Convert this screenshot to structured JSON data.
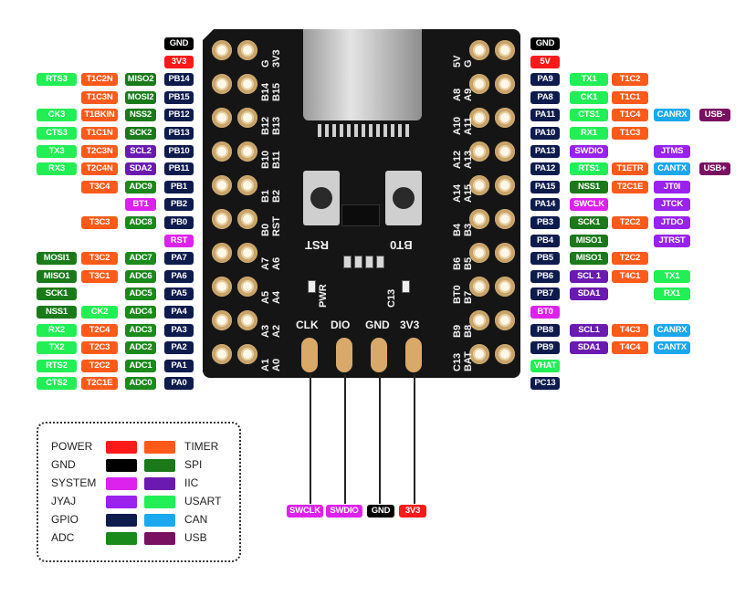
{
  "colors": {
    "POWER": "#ff1a1a",
    "GND": "#000000",
    "SYSTEM": "#dd22ee",
    "JYAJ": "#9922ee",
    "GPIO": "#0d1b4d",
    "ADC": "#1a8a1a",
    "TIMER": "#ff5a1a",
    "SPI": "#1a7a1a",
    "IIC": "#6a1ab0",
    "USART": "#22ee55",
    "CAN": "#1aa8ee",
    "USB": "#7a1060"
  },
  "left_rows": [
    {
      "pin": "GND",
      "pin_type": "GND",
      "funcs": [
        null,
        null,
        null
      ]
    },
    {
      "pin": "3V3",
      "pin_type": "POWER",
      "funcs": [
        null,
        null,
        null
      ]
    },
    {
      "pin": "PB14",
      "pin_type": "GPIO",
      "funcs": [
        {
          "t": "RTS3",
          "c": "USART"
        },
        {
          "t": "T1C2N",
          "c": "TIMER"
        },
        {
          "t": "MISO2",
          "c": "SPI"
        }
      ]
    },
    {
      "pin": "PB15",
      "pin_type": "GPIO",
      "funcs": [
        null,
        {
          "t": "T1C3N",
          "c": "TIMER"
        },
        {
          "t": "MOSI2",
          "c": "SPI"
        }
      ]
    },
    {
      "pin": "PB12",
      "pin_type": "GPIO",
      "funcs": [
        {
          "t": "CK3",
          "c": "USART"
        },
        {
          "t": "T1BKIN",
          "c": "TIMER"
        },
        {
          "t": "NSS2",
          "c": "SPI"
        }
      ]
    },
    {
      "pin": "PB13",
      "pin_type": "GPIO",
      "funcs": [
        {
          "t": "CTS3",
          "c": "USART"
        },
        {
          "t": "T1C1N",
          "c": "TIMER"
        },
        {
          "t": "SCK2",
          "c": "SPI"
        }
      ]
    },
    {
      "pin": "PB10",
      "pin_type": "GPIO",
      "funcs": [
        {
          "t": "TX3",
          "c": "USART"
        },
        {
          "t": "T2C3N",
          "c": "TIMER"
        },
        {
          "t": "SCL2",
          "c": "IIC"
        }
      ]
    },
    {
      "pin": "PB11",
      "pin_type": "GPIO",
      "funcs": [
        {
          "t": "RX3",
          "c": "USART"
        },
        {
          "t": "T2C4N",
          "c": "TIMER"
        },
        {
          "t": "SDA2",
          "c": "IIC"
        }
      ]
    },
    {
      "pin": "PB1",
      "pin_type": "GPIO",
      "funcs": [
        null,
        {
          "t": "T3C4",
          "c": "TIMER"
        },
        {
          "t": "ADC9",
          "c": "ADC"
        }
      ]
    },
    {
      "pin": "PB2",
      "pin_type": "GPIO",
      "funcs": [
        null,
        null,
        {
          "t": "BT1",
          "c": "SYSTEM"
        }
      ]
    },
    {
      "pin": "PB0",
      "pin_type": "GPIO",
      "funcs": [
        null,
        {
          "t": "T3C3",
          "c": "TIMER"
        },
        {
          "t": "ADC8",
          "c": "ADC"
        }
      ]
    },
    {
      "pin": "RST",
      "pin_type": "SYSTEM",
      "funcs": [
        null,
        null,
        null
      ]
    },
    {
      "pin": "PA7",
      "pin_type": "GPIO",
      "funcs": [
        {
          "t": "MOSI1",
          "c": "SPI"
        },
        {
          "t": "T3C2",
          "c": "TIMER"
        },
        {
          "t": "ADC7",
          "c": "ADC"
        }
      ]
    },
    {
      "pin": "PA6",
      "pin_type": "GPIO",
      "funcs": [
        {
          "t": "MISO1",
          "c": "SPI"
        },
        {
          "t": "T3C1",
          "c": "TIMER"
        },
        {
          "t": "ADC6",
          "c": "ADC"
        }
      ]
    },
    {
      "pin": "PA5",
      "pin_type": "GPIO",
      "funcs": [
        {
          "t": "SCK1",
          "c": "SPI"
        },
        null,
        {
          "t": "ADC5",
          "c": "ADC"
        }
      ]
    },
    {
      "pin": "PA4",
      "pin_type": "GPIO",
      "funcs": [
        {
          "t": "NSS1",
          "c": "SPI"
        },
        {
          "t": "CK2",
          "c": "USART"
        },
        {
          "t": "ADC4",
          "c": "ADC"
        }
      ]
    },
    {
      "pin": "PA3",
      "pin_type": "GPIO",
      "funcs": [
        {
          "t": "RX2",
          "c": "USART"
        },
        {
          "t": "T2C4",
          "c": "TIMER"
        },
        {
          "t": "ADC3",
          "c": "ADC"
        }
      ]
    },
    {
      "pin": "PA2",
      "pin_type": "GPIO",
      "funcs": [
        {
          "t": "TX2",
          "c": "USART"
        },
        {
          "t": "T2C3",
          "c": "TIMER"
        },
        {
          "t": "ADC2",
          "c": "ADC"
        }
      ]
    },
    {
      "pin": "PA1",
      "pin_type": "GPIO",
      "funcs": [
        {
          "t": "RTS2",
          "c": "USART"
        },
        {
          "t": "T2C2",
          "c": "TIMER"
        },
        {
          "t": "ADC1",
          "c": "ADC"
        }
      ]
    },
    {
      "pin": "PA0",
      "pin_type": "GPIO",
      "funcs": [
        {
          "t": "CTS2",
          "c": "USART"
        },
        {
          "t": "T2C1E",
          "c": "TIMER"
        },
        {
          "t": "ADC0",
          "c": "ADC"
        }
      ]
    }
  ],
  "right_rows": [
    {
      "pin": "GND",
      "pin_type": "GND",
      "funcs": [
        null,
        null,
        null,
        null
      ]
    },
    {
      "pin": "5V",
      "pin_type": "POWER",
      "funcs": [
        null,
        null,
        null,
        null
      ]
    },
    {
      "pin": "PA9",
      "pin_type": "GPIO",
      "funcs": [
        {
          "t": "TX1",
          "c": "USART"
        },
        {
          "t": "T1C2",
          "c": "TIMER"
        },
        null,
        null
      ]
    },
    {
      "pin": "PA8",
      "pin_type": "GPIO",
      "funcs": [
        {
          "t": "CK1",
          "c": "USART"
        },
        {
          "t": "T1C1",
          "c": "TIMER"
        },
        null,
        null
      ]
    },
    {
      "pin": "PA11",
      "pin_type": "GPIO",
      "funcs": [
        {
          "t": "CTS1",
          "c": "USART"
        },
        {
          "t": "T1C4",
          "c": "TIMER"
        },
        {
          "t": "CANRX",
          "c": "CAN"
        },
        {
          "t": "USB-",
          "c": "USB"
        }
      ]
    },
    {
      "pin": "PA10",
      "pin_type": "GPIO",
      "funcs": [
        {
          "t": "RX1",
          "c": "USART"
        },
        {
          "t": "T1C3",
          "c": "TIMER"
        },
        null,
        null
      ]
    },
    {
      "pin": "PA13",
      "pin_type": "GPIO",
      "funcs": [
        {
          "t": "SWDIO",
          "c": "JYAJ"
        },
        null,
        {
          "t": "JTMS",
          "c": "JYAJ"
        },
        null
      ]
    },
    {
      "pin": "PA12",
      "pin_type": "GPIO",
      "funcs": [
        {
          "t": "RTS1",
          "c": "USART"
        },
        {
          "t": "T1ETR",
          "c": "TIMER"
        },
        {
          "t": "CANTX",
          "c": "CAN"
        },
        {
          "t": "USB+",
          "c": "USB"
        }
      ]
    },
    {
      "pin": "PA15",
      "pin_type": "GPIO",
      "funcs": [
        {
          "t": "NSS1",
          "c": "SPI"
        },
        {
          "t": "T2C1E",
          "c": "TIMER"
        },
        {
          "t": "JT0I",
          "c": "JYAJ"
        },
        null
      ]
    },
    {
      "pin": "PA14",
      "pin_type": "GPIO",
      "funcs": [
        {
          "t": "SWCLK",
          "c": "SYSTEM"
        },
        null,
        {
          "t": "JTCK",
          "c": "JYAJ"
        },
        null
      ]
    },
    {
      "pin": "PB3",
      "pin_type": "GPIO",
      "funcs": [
        {
          "t": "SCK1",
          "c": "SPI"
        },
        {
          "t": "T2C2",
          "c": "TIMER"
        },
        {
          "t": "JTDO",
          "c": "JYAJ"
        },
        null
      ]
    },
    {
      "pin": "PB4",
      "pin_type": "GPIO",
      "funcs": [
        {
          "t": "MISO1",
          "c": "SPI"
        },
        null,
        {
          "t": "JTRST",
          "c": "JYAJ"
        },
        null
      ]
    },
    {
      "pin": "PB5",
      "pin_type": "GPIO",
      "funcs": [
        {
          "t": "MISO1",
          "c": "SPI"
        },
        {
          "t": "T2C2",
          "c": "TIMER"
        },
        null,
        null
      ]
    },
    {
      "pin": "PB6",
      "pin_type": "GPIO",
      "funcs": [
        {
          "t": "SCL 1",
          "c": "IIC"
        },
        {
          "t": "T4C1",
          "c": "TIMER"
        },
        {
          "t": "TX1",
          "c": "USART"
        },
        null
      ]
    },
    {
      "pin": "PB7",
      "pin_type": "GPIO",
      "funcs": [
        {
          "t": "SDA1",
          "c": "IIC"
        },
        null,
        {
          "t": "RX1",
          "c": "USART"
        },
        null
      ]
    },
    {
      "pin": "BT0",
      "pin_type": "SYSTEM",
      "funcs": [
        null,
        null,
        null,
        null
      ]
    },
    {
      "pin": "PB8",
      "pin_type": "GPIO",
      "funcs": [
        {
          "t": "SCL1",
          "c": "IIC"
        },
        {
          "t": "T4C3",
          "c": "TIMER"
        },
        {
          "t": "CANRX",
          "c": "CAN"
        },
        null
      ]
    },
    {
      "pin": "PB9",
      "pin_type": "GPIO",
      "funcs": [
        {
          "t": "SDA1",
          "c": "IIC"
        },
        {
          "t": "T4C4",
          "c": "TIMER"
        },
        {
          "t": "CANTX",
          "c": "CAN"
        },
        null
      ]
    },
    {
      "pin": "VHAT",
      "pin_type": "USART",
      "funcs": [
        null,
        null,
        null,
        null
      ]
    },
    {
      "pin": "PC13",
      "pin_type": "GPIO",
      "funcs": [
        null,
        null,
        null,
        null
      ]
    }
  ],
  "board": {
    "left_silk": [
      [
        "G",
        "3V3"
      ],
      [
        "B14",
        "B15"
      ],
      [
        "B12",
        "B13"
      ],
      [
        "B10",
        "B11"
      ],
      [
        "B1",
        "B2"
      ],
      [
        "B0",
        "RST"
      ],
      [
        "A7",
        "A6"
      ],
      [
        "A5",
        "A4"
      ],
      [
        "A3",
        "A2"
      ],
      [
        "A1",
        "A0"
      ]
    ],
    "right_silk": [
      [
        "5V",
        "G"
      ],
      [
        "A8",
        "A9"
      ],
      [
        "A10",
        "A11"
      ],
      [
        "A12",
        "A13"
      ],
      [
        "A14",
        "A15"
      ],
      [
        "B4",
        "B3"
      ],
      [
        "B6",
        "B5"
      ],
      [
        "BT0",
        "B7"
      ],
      [
        "B9",
        "B8"
      ],
      [
        "C13",
        "BAT"
      ]
    ],
    "button_left": "RST",
    "button_right": "BT0",
    "led_left": "PWR",
    "led_right": "C13",
    "swd_pads": [
      "CLK",
      "DIO",
      "GND",
      "3V3"
    ]
  },
  "swd_labels": [
    {
      "t": "SWCLK",
      "c": "SYSTEM"
    },
    {
      "t": "SWDIO",
      "c": "SYSTEM"
    },
    {
      "t": "GND",
      "c": "GND"
    },
    {
      "t": "3V3",
      "c": "POWER"
    }
  ],
  "legend": [
    {
      "left": "POWER",
      "left_c": "POWER",
      "right": "TIMER",
      "right_c": "TIMER"
    },
    {
      "left": "GND",
      "left_c": "GND",
      "right": "SPI",
      "right_c": "SPI"
    },
    {
      "left": "SYSTEM",
      "left_c": "SYSTEM",
      "right": "IIC",
      "right_c": "IIC"
    },
    {
      "left": "JYAJ",
      "left_c": "JYAJ",
      "right": "USART",
      "right_c": "USART"
    },
    {
      "left": "GPIO",
      "left_c": "GPIO",
      "right": "CAN",
      "right_c": "CAN"
    },
    {
      "left": "ADC",
      "left_c": "ADC",
      "right": "USB",
      "right_c": "USB"
    }
  ]
}
